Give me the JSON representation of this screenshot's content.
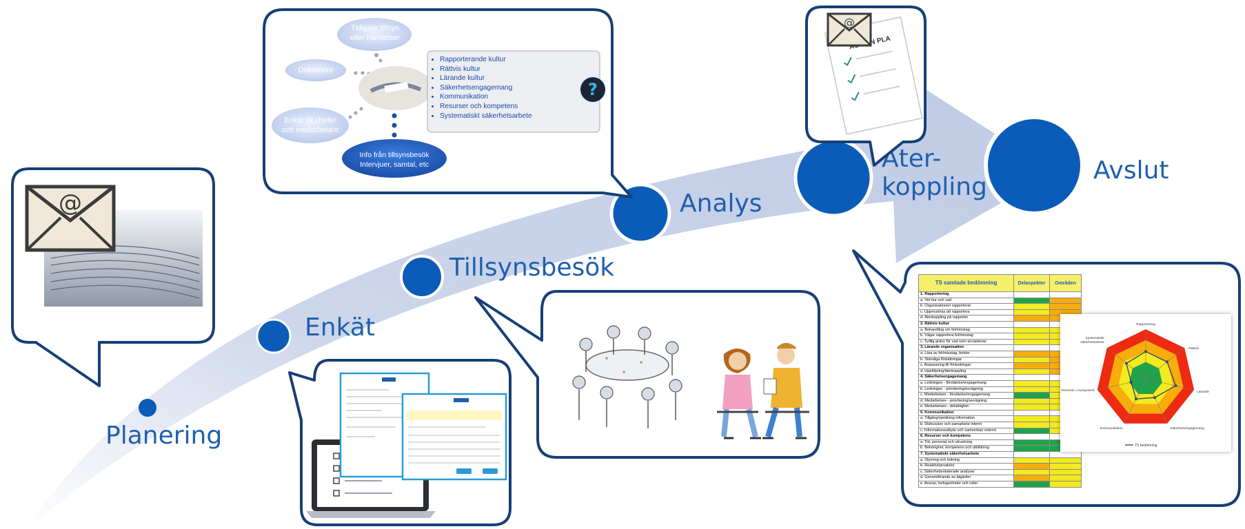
{
  "steps": [
    {
      "id": "planering",
      "label": "Planering"
    },
    {
      "id": "enkat",
      "label": "Enkät"
    },
    {
      "id": "tillsynsbesok",
      "label": "Tillsynsbesök"
    },
    {
      "id": "analys",
      "label": "Analys"
    },
    {
      "id": "aterkoppling",
      "label_line1": "Åter-",
      "label_line2": "koppling"
    },
    {
      "id": "avslut",
      "label": "Avslut"
    }
  ],
  "analysis_bubble": {
    "cloud_tidigare": "Tidigare tillsyn eller händelser",
    "cloud_tidigare_line1": "Tidigare tillsyn",
    "cloud_tidigare_line2": "eller händelser",
    "cloud_dokument": "Dokument",
    "cloud_enkat_line1": "Enkät till chefer",
    "cloud_enkat_line2": "och medarbetare",
    "cloud_info_line1": "Info från tillsynsbesök",
    "cloud_info_line2": "Intervjuer, samtal, etc",
    "areas": [
      "Rapporterande kultur",
      "Rättvis kultur",
      "Lärande kultur",
      "Säkerhetsengagemang",
      "Kommunikation",
      "Resurser och kompetens",
      "Systematiskt säkerhetsarbete"
    ],
    "question_mark": "?"
  },
  "feedback_bubble": {
    "action_plan_text": "ACTION PLA"
  },
  "colors": {
    "arrow": "#c9d3e9",
    "circle": "#0b5cb8",
    "label": "#1f5fae",
    "bubble_border": "#173f78",
    "green": "#1fa34a",
    "yellow": "#f3ea1f",
    "orange": "#f7ad0c",
    "red": "#ee2a12"
  },
  "assessment": {
    "title": "TS samlade bedömning",
    "col_delaspekter": "Delaspekter",
    "col_omraden": "Områden",
    "rows": [
      {
        "text": "1. Rapportering",
        "section": true
      },
      {
        "text": "a. Vet hur och vad",
        "d": "green",
        "o": "orange"
      },
      {
        "text": "b. Organisationen rapporterar",
        "d": "yellow",
        "o": "orange"
      },
      {
        "text": "c. Uppmuntras att rapportera",
        "d": "yellow",
        "o": "orange"
      },
      {
        "text": "d. Återkoppling på rapporter",
        "d": "orange",
        "o": "orange"
      },
      {
        "text": "2. Rättvis kultur",
        "section": true
      },
      {
        "text": "a. Behandling om fel/misstag",
        "d": "yellow",
        "o": "yellow"
      },
      {
        "text": "b. Vågar rapportera fel/misstag",
        "d": "yellow",
        "o": "yellow"
      },
      {
        "text": "c. Tydlig gräns för vad som accepteras",
        "d": "yellow",
        "o": "yellow"
      },
      {
        "text": "3. Lärande organisation",
        "section": true
      },
      {
        "text": "a. Lära av fel/misstag, brister",
        "d": "orange",
        "o": "orange"
      },
      {
        "text": "b. Ständiga förbättringar",
        "d": "yellow",
        "o": "orange"
      },
      {
        "text": "c. Anpassning till förändringar",
        "d": "orange",
        "o": "orange"
      },
      {
        "text": "d. Uppföljning/återkoppling",
        "d": "yellow",
        "o": "orange"
      },
      {
        "text": "4. Säkerhetsengagemang",
        "section": true
      },
      {
        "text": "a. Ledningen - förståelse/engagemang",
        "d": "yellow",
        "o": "yellow"
      },
      {
        "text": "b. Ledningen - prioritering/avvägning",
        "d": "yellow",
        "o": "yellow"
      },
      {
        "text": "c. Medarbetare - förståelse/engagemang",
        "d": "green",
        "o": "yellow"
      },
      {
        "text": "d. Medarbetare - prioritering/avvägning",
        "d": "yellow",
        "o": "yellow"
      },
      {
        "text": "e. Medarbetare - delaktighet",
        "d": "yellow",
        "o": "yellow"
      },
      {
        "text": "5. Kommunikation",
        "section": true
      },
      {
        "text": "a. Tillgång/spridning information",
        "d": "yellow",
        "o": "yellow"
      },
      {
        "text": "b. Diskussion och samarbete internt",
        "d": "yellow",
        "o": "yellow"
      },
      {
        "text": "c. Informationsutbyte och samverkan externt",
        "d": "green",
        "o": "yellow"
      },
      {
        "text": "6. Resurser och kompetens",
        "section": true
      },
      {
        "text": "a. Tid, personal och utrustning",
        "d": "green",
        "o": "green"
      },
      {
        "text": "b. Behörighet, kompetens och utbildning",
        "d": "green",
        "o": "green"
      },
      {
        "text": "7. Systematiskt säkerhetsarbete",
        "section": true
      },
      {
        "text": "a. Styrning och ledning",
        "d": "yellow",
        "o": "yellow"
      },
      {
        "text": "b. Reaktivt/proaktivt",
        "d": "orange",
        "o": "yellow"
      },
      {
        "text": "c. Säkerhetsrelaterade analyser",
        "d": "yellow",
        "o": "yellow"
      },
      {
        "text": "d. Genomförande av åtgärder",
        "d": "orange",
        "o": "yellow"
      },
      {
        "text": "e. Ansvar, befogenheter och roller",
        "d": "green",
        "o": "yellow"
      }
    ]
  },
  "radar": {
    "axes": [
      "Rapportering",
      "Rättvis",
      "Lärande",
      "Säkerhetsengagemang",
      "Kommunikation",
      "Resurser o kompetens",
      "Systematiskt säkerhetsarbete"
    ],
    "axis_label_systematiskt_line1": "Systematiskt",
    "axis_label_systematiskt_line2": "säkerhetsarbete",
    "values": [
      0.55,
      0.55,
      0.62,
      0.42,
      0.45,
      0.3,
      0.5
    ],
    "legend": "TS bedömning"
  }
}
